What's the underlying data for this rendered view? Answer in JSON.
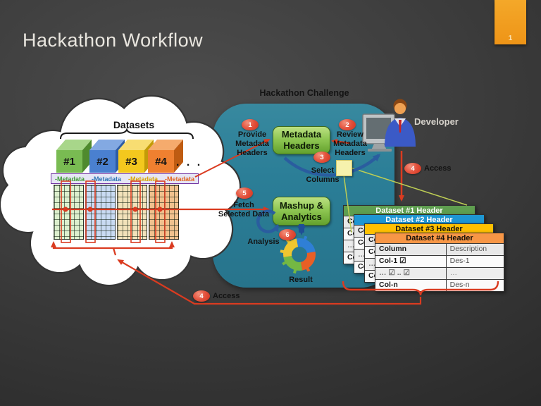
{
  "slide": {
    "title": "Hackathon Workflow",
    "page_number": "1"
  },
  "cloud": {
    "title": "Datasets",
    "cubes": [
      "#1",
      "#2",
      "#3",
      "#4"
    ],
    "ellipsis": ". . .",
    "metadata_labels": [
      "-Metadata",
      "-Metadata",
      "-Metadata",
      "-Metadata"
    ]
  },
  "challenge": {
    "title": "Hackathon Challenge",
    "metadata_headers_box": "Metadata\nHeaders",
    "mashup_box": "Mashup &\nAnalytics",
    "analysis_label": "Analysis",
    "result_label": "Result",
    "step1": {
      "num": "1",
      "label": "Provide\nMetadata\nHeaders"
    },
    "step2": {
      "num": "2",
      "label": "Review\nMetadata\nHeaders"
    },
    "step3": {
      "num": "3",
      "label": "Select\nColumns"
    },
    "step5": {
      "num": "5",
      "label": "Fetch\nSelected Data"
    },
    "step6": {
      "num": "6"
    }
  },
  "developer_label": "Developer",
  "access_top": {
    "num": "4",
    "label": "Access"
  },
  "access_bottom": {
    "num": "4",
    "label": "Access"
  },
  "dataset_stack": {
    "cards": [
      {
        "header": "Dataset #1 Header",
        "color": "#5f9e50"
      },
      {
        "header": "Dataset #2 Header",
        "color": "#1e96d2"
      },
      {
        "header": "Dataset #3 Header",
        "color": "#ffc000"
      },
      {
        "header": "Dataset #4 Header",
        "color": "#f79646"
      }
    ],
    "table": {
      "col1": "Column",
      "col2": "Description",
      "rows": [
        [
          "Col-1  ☑",
          "Des-1"
        ],
        [
          "…   ☑ .. ☑",
          "…"
        ],
        [
          "Col-n",
          "Des-n"
        ]
      ]
    }
  },
  "colors": {
    "background": "#3c3c3c",
    "teal_box": "#2b7e97",
    "green_box": "#8fc753",
    "red_accent": "#da3b20",
    "blue_arrow": "#2a5d9f",
    "page_tab_orange": "#f4a829",
    "metadata_strip_border": "#7030a0",
    "sticky_note": "#f6f2ad"
  }
}
